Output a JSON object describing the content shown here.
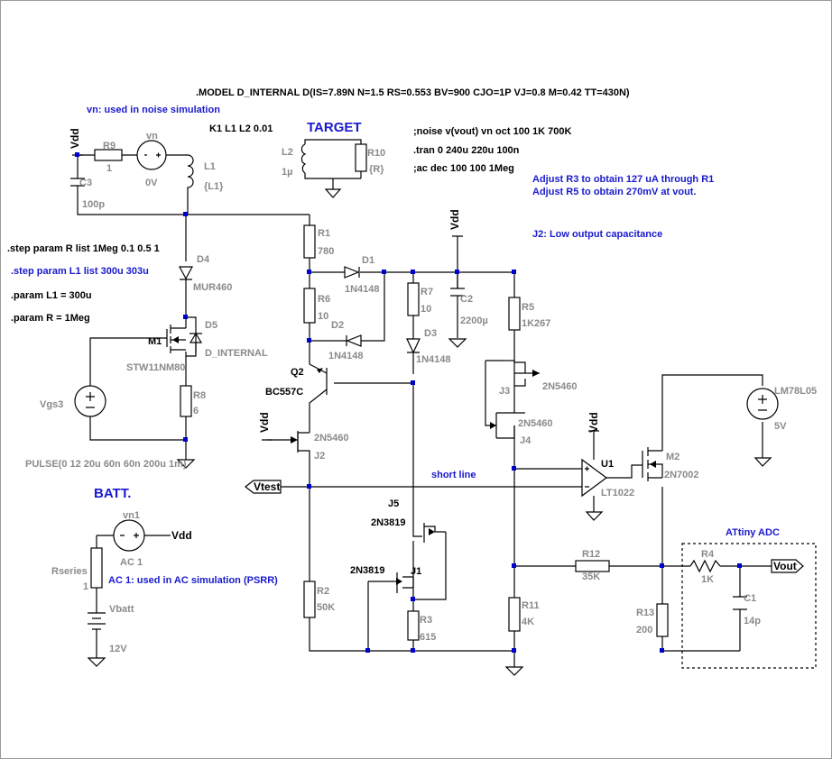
{
  "directives": {
    "model": ".MODEL D_INTERNAL D(IS=7.89N N=1.5 RS=0.553 BV=900 CJO=1P VJ=0.8 M=0.42 TT=430N)",
    "noise": ";noise v(vout) vn oct 100 1K 700K",
    "tran": ".tran 0 240u 220u 100n",
    "ac": ";ac dec 100 100 1Meg",
    "coupling": "K1 L1 L2 0.01",
    "step_r": ".step param R list  1Meg  0.1  0.5  1",
    "step_l1": ".step param L1 list  300u 303u",
    "param_l1": ".param L1 = 300u",
    "param_r": ".param R = 1Meg"
  },
  "comments": {
    "vn_note": "vn: used in noise simulation",
    "target": "TARGET",
    "adjust_r3": "Adjust R3 to obtain 127 uA through R1",
    "adjust_r5": "Adjust R5 to obtain 270mV at vout.",
    "j2_note": "J2: Low output capacitance",
    "batt": "BATT.",
    "ac1_note": "AC 1: used in AC simulation (PSRR)",
    "short_line": "short line",
    "adc": "ATtiny ADC"
  },
  "nets": {
    "vdd": "Vdd",
    "vtest": "Vtest",
    "vout": "Vout"
  },
  "components": {
    "R9": {
      "name": "R9",
      "value": "1"
    },
    "vn": {
      "name": "vn",
      "value": "0V"
    },
    "L1": {
      "name": "L1",
      "value": "{L1}"
    },
    "C3": {
      "name": "C3",
      "value": "100p"
    },
    "L2": {
      "name": "L2",
      "value": "1µ"
    },
    "R10": {
      "name": "R10",
      "value": "{R}"
    },
    "R1": {
      "name": "R1",
      "value": "780"
    },
    "D1": {
      "name": "D1",
      "value": "1N4148"
    },
    "R6": {
      "name": "R6",
      "value": "10"
    },
    "D2": {
      "name": "D2",
      "value": "1N4148"
    },
    "R7": {
      "name": "R7",
      "value": "10"
    },
    "D3": {
      "name": "D3",
      "value": "1N4148"
    },
    "C2": {
      "name": "C2",
      "value": "2200µ"
    },
    "R5": {
      "name": "R5",
      "value": "1K267"
    },
    "D4": {
      "name": "D4",
      "value": "MUR460"
    },
    "M1": {
      "name": "M1",
      "value": "STW11NM80"
    },
    "D5": {
      "name": "D5",
      "value": "D_INTERNAL"
    },
    "R8": {
      "name": "R8",
      "value": "6"
    },
    "Vgs3": {
      "name": "Vgs3",
      "value": "PULSE(0 12 20u 60n 60n 200u 1m)"
    },
    "Q2": {
      "name": "Q2",
      "value": "BC557C"
    },
    "J2": {
      "name": "J2",
      "value": "2N5460"
    },
    "J3": {
      "name": "J3",
      "value": "2N5460"
    },
    "J4": {
      "name": "J4",
      "value": "2N5460"
    },
    "U1": {
      "name": "U1",
      "value": "LT1022"
    },
    "M2": {
      "name": "M2",
      "value": "2N7002"
    },
    "LM78L05": {
      "name": "LM78L05",
      "value": "5V"
    },
    "J5": {
      "name": "J5",
      "value": "2N3819"
    },
    "J1": {
      "name": "J1",
      "value": "2N3819"
    },
    "R3": {
      "name": "R3",
      "value": "615"
    },
    "R2": {
      "name": "R2",
      "value": "50K"
    },
    "R12": {
      "name": "R12",
      "value": "35K"
    },
    "R11": {
      "name": "R11",
      "value": "4K"
    },
    "R13": {
      "name": "R13",
      "value": "200"
    },
    "R4": {
      "name": "R4",
      "value": "1K"
    },
    "C1": {
      "name": "C1",
      "value": "14p"
    },
    "vn1": {
      "name": "vn1",
      "value": "AC 1"
    },
    "Rseries": {
      "name": "Rseries",
      "value": "1"
    },
    "Vbatt": {
      "name": "Vbatt",
      "value": "12V"
    }
  }
}
